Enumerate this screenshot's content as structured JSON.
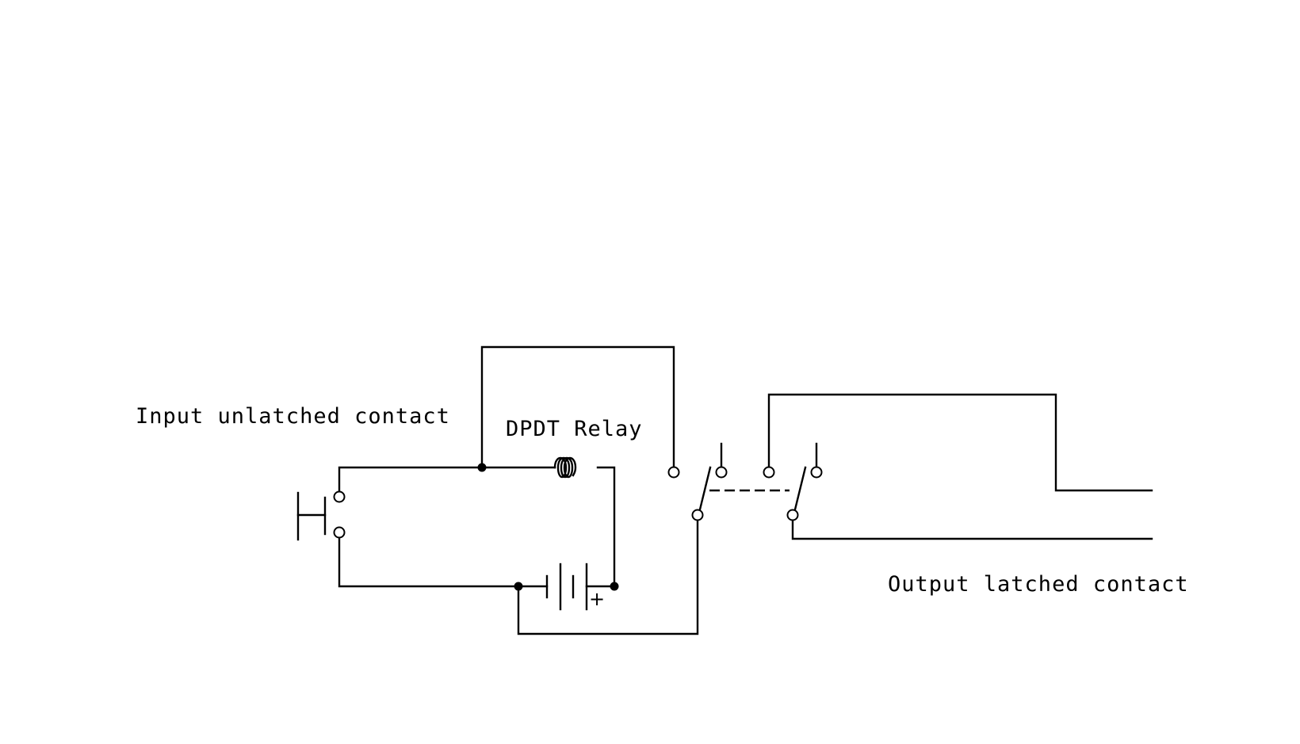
{
  "labels": {
    "input": "Input unlatched contact",
    "relay": "DPDT Relay",
    "output": "Output latched contact",
    "battery_polarity": "+"
  },
  "components": [
    {
      "name": "push-button-switch",
      "kind": "normally-open pushbutton"
    },
    {
      "name": "relay-coil",
      "kind": "inductor"
    },
    {
      "name": "battery",
      "kind": "dc source"
    },
    {
      "name": "relay-contact-pole-1",
      "kind": "spdt switch"
    },
    {
      "name": "relay-contact-pole-2",
      "kind": "spdt switch"
    },
    {
      "name": "mechanical-linkage",
      "kind": "dashed coupling"
    }
  ],
  "colors": {
    "stroke": "#000000",
    "background": "#ffffff"
  }
}
